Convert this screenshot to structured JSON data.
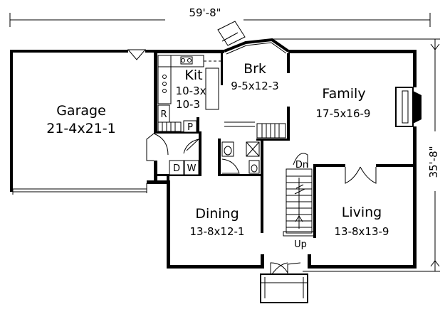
{
  "overall": {
    "width": "59'-8\"",
    "depth": "35'-8\""
  },
  "rooms": {
    "garage": {
      "name": "Garage",
      "size": "21-4x21-1"
    },
    "kitchen": {
      "name": "Kit",
      "size_line1": "10-3x",
      "size_line2": "10-3"
    },
    "breakfast": {
      "name": "Brk",
      "size": "9-5x12-3"
    },
    "family": {
      "name": "Family",
      "size": "17-5x16-9"
    },
    "dining": {
      "name": "Dining",
      "size": "13-8x12-1"
    },
    "living": {
      "name": "Living",
      "size": "13-8x13-9"
    }
  },
  "fixtures": {
    "refrigerator": "R",
    "pantry": "P",
    "dryer": "D",
    "washer": "W",
    "stair_down": "Dn",
    "stair_up": "Up"
  }
}
